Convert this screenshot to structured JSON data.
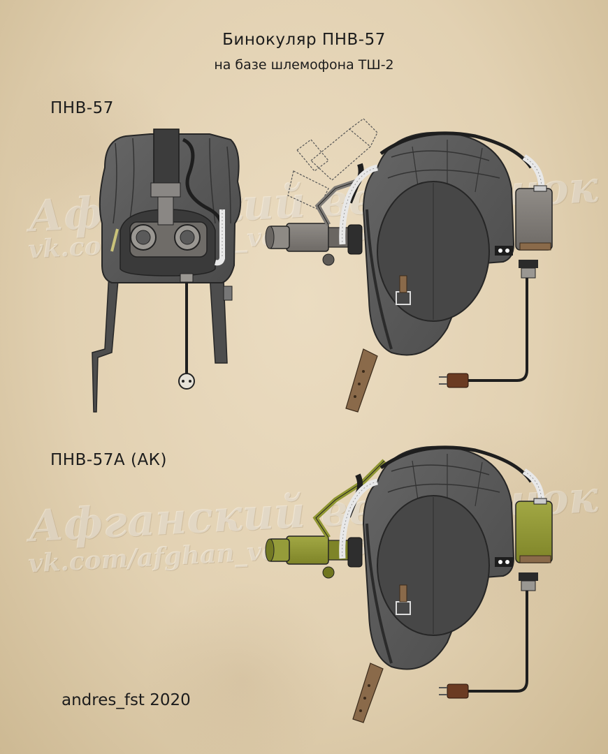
{
  "header": {
    "title": "Бинокуляр ПНВ-57",
    "subtitle": "на базе шлемофона ТШ-2"
  },
  "section_labels": {
    "first": "ПНВ-57",
    "second": "ПНВ-57А (АК)"
  },
  "author": "andres_fst 2020",
  "watermark": {
    "line1": "Афганский вещмешок",
    "line2": "vk.com/afghan_veshmeshok"
  },
  "colors": {
    "paper": "#e3d3b4",
    "helmet": "#555555",
    "helmet_dark": "#3f3f3f",
    "device_gray": "#7d7a76",
    "device_olive": "#8f9632",
    "strap_leather": "#8a6a4a",
    "cable": "#1e1e1e",
    "hose": "#e8e8e8",
    "plug_brown": "#6b3b22"
  }
}
